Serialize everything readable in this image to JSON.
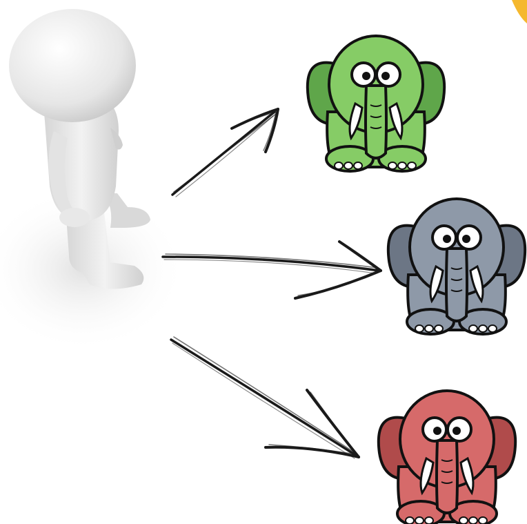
{
  "scene": {
    "figure": {
      "icon": "white-3d-figure"
    },
    "arrows": [
      {
        "icon": "arrow-to-green-elephant"
      },
      {
        "icon": "arrow-to-gray-elephant"
      },
      {
        "icon": "arrow-to-red-elephant"
      }
    ],
    "elephants": [
      {
        "icon": "green-elephant-icon",
        "color": "#86cc66",
        "dark": "#5fa64a"
      },
      {
        "icon": "gray-elephant-icon",
        "color": "#8e99a8",
        "dark": "#6c7685"
      },
      {
        "icon": "red-elephant-icon",
        "color": "#d66a6a",
        "dark": "#b04b4b"
      }
    ],
    "corner_accent": {
      "icon": "orange-corner-shape",
      "color": "#f5b82e"
    }
  }
}
